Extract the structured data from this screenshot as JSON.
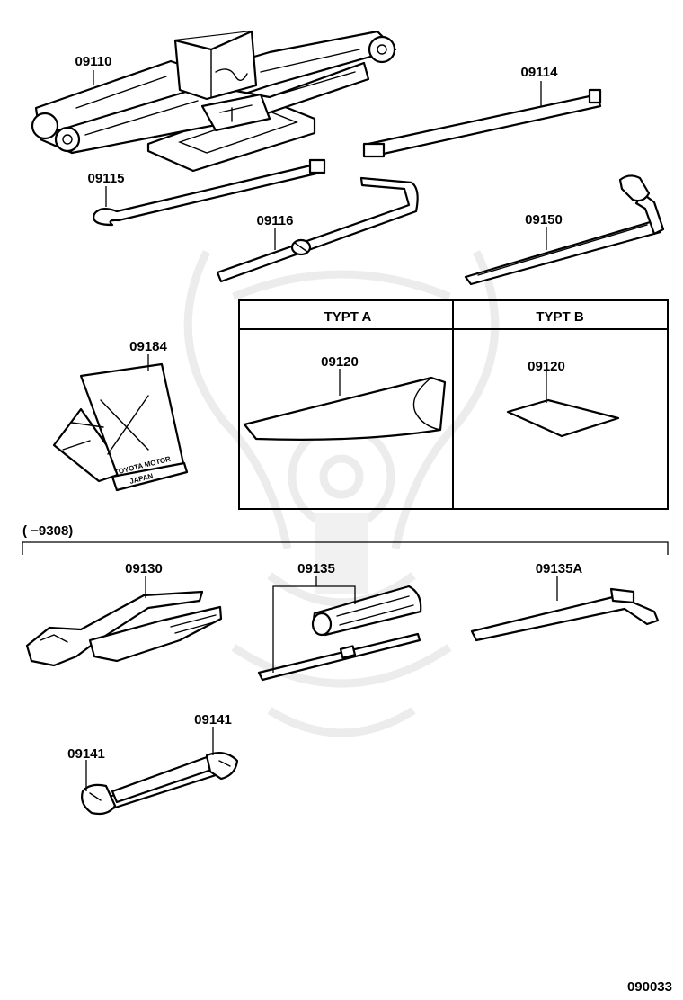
{
  "labels": {
    "scissor_jack": "09110",
    "jack_handle": "09114",
    "jack_handle_hook": "09115",
    "extension_bar": "09116",
    "lug_wrench": "09150",
    "wheel_chock": "09184",
    "tool_bag_a": "09120",
    "tool_bag_b": "09120",
    "pliers": "09130",
    "screwdriver": "09135",
    "screwdriver_alt": "09135A",
    "wrench_upper": "09141",
    "wrench_lower": "09141"
  },
  "table": {
    "col_a_header": "TYPT  A",
    "col_b_header": "TYPT  B"
  },
  "chock_text": {
    "line1": "TOYOTA MOTOR",
    "line2": "JAPAN"
  },
  "date_range": "(        −9308)",
  "page_code": "090033"
}
